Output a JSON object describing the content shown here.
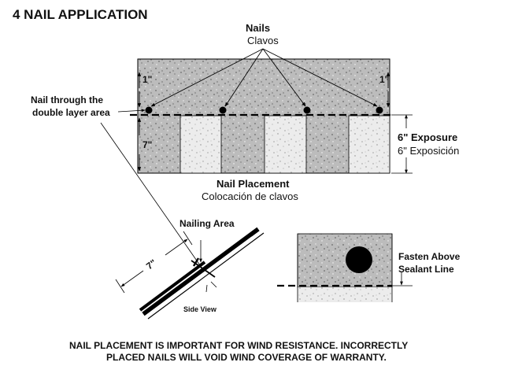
{
  "title": "4 NAIL APPLICATION",
  "nails": {
    "label": "Nails",
    "label_es": "Clavos"
  },
  "offset_left": "1\"",
  "offset_right": "1\"",
  "nail_through": [
    "Nail through the",
    "double layer area"
  ],
  "seven_inch_top": "7\"",
  "exposure": {
    "label": "6\" Exposure",
    "label_es": "6\" Exposición"
  },
  "nail_placement": {
    "label": "Nail Placement",
    "label_es": "Colocación de clavos"
  },
  "nailing_area": "Nailing Area",
  "seven_inch_side": "7\"",
  "side_view": "Side View",
  "fasten": [
    "Fasten Above",
    "Sealant Line"
  ],
  "footer": [
    "NAIL PLACEMENT IS IMPORTANT FOR WIND RESISTANCE. INCORRECTLY",
    "PLACED NAILS WILL VOID WIND COVERAGE OF WARRANTY."
  ],
  "colors": {
    "shingle_dark": "#b9b9b9",
    "shingle_light": "#e9e9e9",
    "line": "#000000"
  }
}
